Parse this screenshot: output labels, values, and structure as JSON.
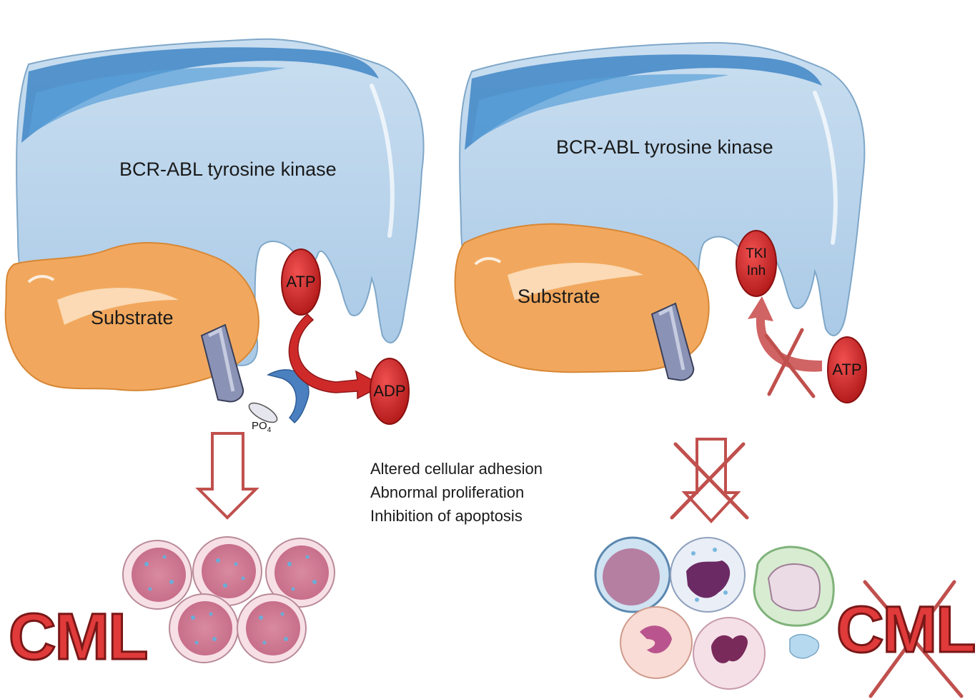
{
  "left_panel": {
    "kinase_label": "BCR-ABL tyrosine kinase",
    "substrate_label": "Substrate",
    "atp_label": "ATP",
    "adp_label": "ADP",
    "po4_label": "PO",
    "po4_subscript": "4",
    "outcome_label": "CML"
  },
  "right_panel": {
    "kinase_label": "BCR-ABL tyrosine kinase",
    "substrate_label": "Substrate",
    "tki_label_line1": "TKI",
    "tki_label_line2": "Inh",
    "atp_label": "ATP",
    "outcome_label": "CML"
  },
  "effects": [
    "Altered cellular adhesion",
    "Abnormal proliferation",
    "Inhibition of apoptosis"
  ],
  "colors": {
    "kinase_fill": "#b7d3ea",
    "kinase_dark": "#3f86c6",
    "substrate_fill": "#f1a85e",
    "molecule_red": "#d42626",
    "arrow_red": "#c83a3a",
    "cross_red": "#c0504d",
    "cml_red": "#e03a3a"
  }
}
